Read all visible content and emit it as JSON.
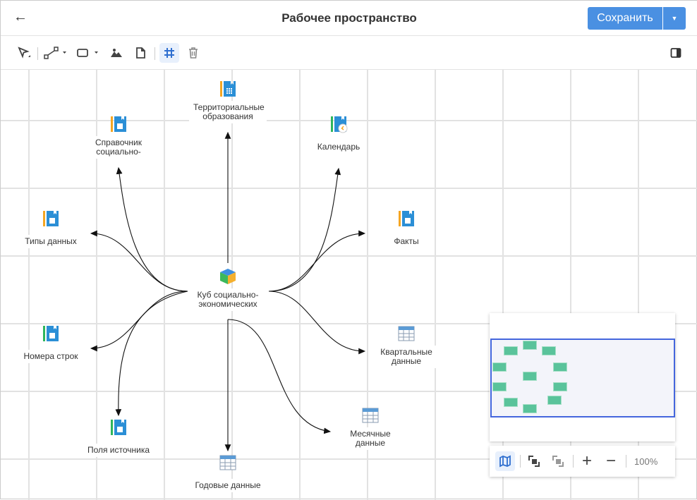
{
  "header": {
    "title": "Рабочее пространство",
    "save_label": "Сохранить"
  },
  "zoom": {
    "level": "100%"
  },
  "nodes": {
    "territorial": "Территориальные образования",
    "directory": "Справочник социально-",
    "calendar": "Календарь",
    "datatypes": "Типы данных",
    "facts": "Факты",
    "cube": "Куб социально-экономических",
    "rownumbers": "Номера строк",
    "quarterly": "Квартальные данные",
    "sourcefields": "Поля источника",
    "monthly": "Месячные данные",
    "yearly": "Годовые данные"
  },
  "colors": {
    "accent": "#4a90e2",
    "dict_blue": "#2b8fd6",
    "minimap_node": "#5ac39b"
  }
}
